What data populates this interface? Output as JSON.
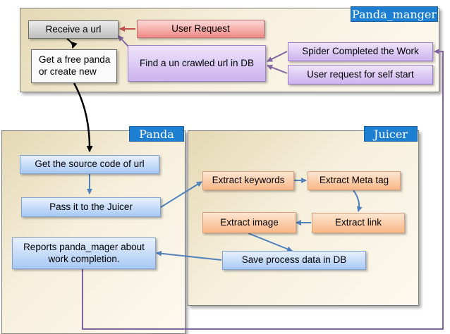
{
  "panels": {
    "manager": "Panda_manger",
    "panda": "Panda",
    "juicer": "Juicer"
  },
  "manager": {
    "receive_url": "Receive a url",
    "get_panda": "Get a free panda or create new",
    "user_request": "User Request",
    "find_url": "Find a un crawled url in DB",
    "spider_done": "Spider Completed the Work",
    "self_start": "User request for self start"
  },
  "panda": {
    "get_source": "Get the source code of url",
    "pass_juicer": "Pass it to the Juicer",
    "reports": "Reports panda_mager about work completion."
  },
  "juicer": {
    "keywords": "Extract keywords",
    "meta": "Extract Meta tag",
    "image": "Extract image",
    "link": "Extract link",
    "save": "Save process data in DB"
  },
  "colors": {
    "tag": "#1d7fd2",
    "red_arrow": "#c0504d",
    "purple_arrow": "#8064a2",
    "blue_arrow": "#4f81bd",
    "black_arrow": "#000000"
  }
}
